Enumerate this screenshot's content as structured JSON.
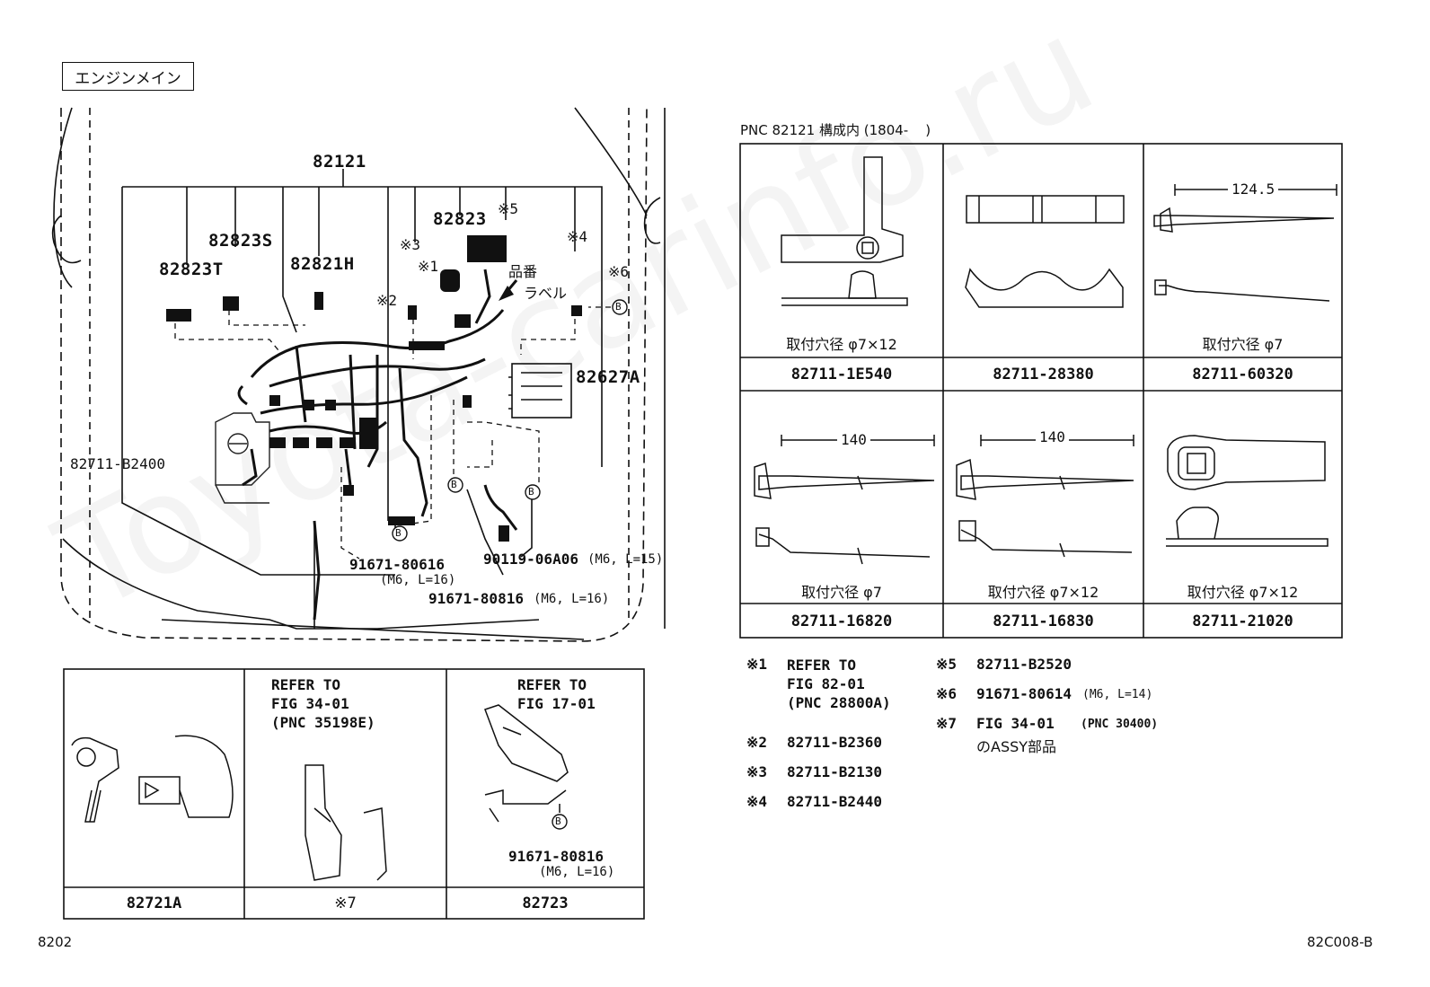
{
  "header": {
    "title": "エンジンメイン"
  },
  "main_diagram": {
    "labels": {
      "p82121": "82121",
      "p82823": "82823",
      "p82823S": "82823S",
      "p82823T": "82823T",
      "p82821H": "82821H",
      "p82627A": "82627A",
      "p82711_B2400": "82711-B2400",
      "n1": "※1",
      "n2": "※2",
      "n3": "※3",
      "n4": "※4",
      "n5": "※5",
      "n6": "※6",
      "label_note_1": "品番",
      "label_note_2": "ラベル",
      "b_mark": "B",
      "bolt1_pn": "91671-80616",
      "bolt1_spec": "(M6, L=16)",
      "bolt2_pn": "91671-80816",
      "bolt2_spec": "(M6, L=16)",
      "bolt3_pn": "90119-06A06",
      "bolt3_spec": "(M6, L=15)"
    }
  },
  "sub_panels": [
    {
      "caption": "82721A",
      "refer": []
    },
    {
      "caption": "※7",
      "refer": [
        "REFER TO",
        "FIG 34-01",
        "(PNC 35198E)"
      ]
    },
    {
      "caption": "82723",
      "refer": [
        "REFER TO",
        "FIG 17-01"
      ],
      "bolt_pn": "91671-80816",
      "bolt_spec": "(M6, L=16)"
    }
  ],
  "clip_table": {
    "title": "PNC 82121 構成内 (1804-    )",
    "cells": [
      {
        "caption": "取付穴径 φ7×12",
        "part": "82711-1E540",
        "dim": ""
      },
      {
        "caption": "",
        "part": "82711-28380",
        "dim": ""
      },
      {
        "caption": "取付穴径 φ7",
        "part": "82711-60320",
        "dim": "124.5"
      },
      {
        "caption": "取付穴径 φ7",
        "part": "82711-16820",
        "dim": "140"
      },
      {
        "caption": "取付穴径 φ7×12",
        "part": "82711-16830",
        "dim": "140"
      },
      {
        "caption": "取付穴径 φ7×12",
        "part": "82711-21020",
        "dim": ""
      }
    ]
  },
  "notes": {
    "n1_mark": "※1",
    "n1_line1": "REFER TO",
    "n1_line2": "FIG 82-01",
    "n1_line3": "(PNC 28800A)",
    "n2_mark": "※2",
    "n2_pn": "82711-B2360",
    "n3_mark": "※3",
    "n3_pn": "82711-B2130",
    "n4_mark": "※4",
    "n4_pn": "82711-B2440",
    "n5_mark": "※5",
    "n5_pn": "82711-B2520",
    "n6_mark": "※6",
    "n6_pn": "91671-80614",
    "n6_spec": "(M6, L=14)",
    "n7_mark": "※7",
    "n7_line1": "FIG 34-01",
    "n7_spec": "(PNC 30400)",
    "n7_line2": "のASSY部品"
  },
  "footer": {
    "left": "8202",
    "right": "82C008-B"
  },
  "watermark": "Toyota-carinfo.ru"
}
